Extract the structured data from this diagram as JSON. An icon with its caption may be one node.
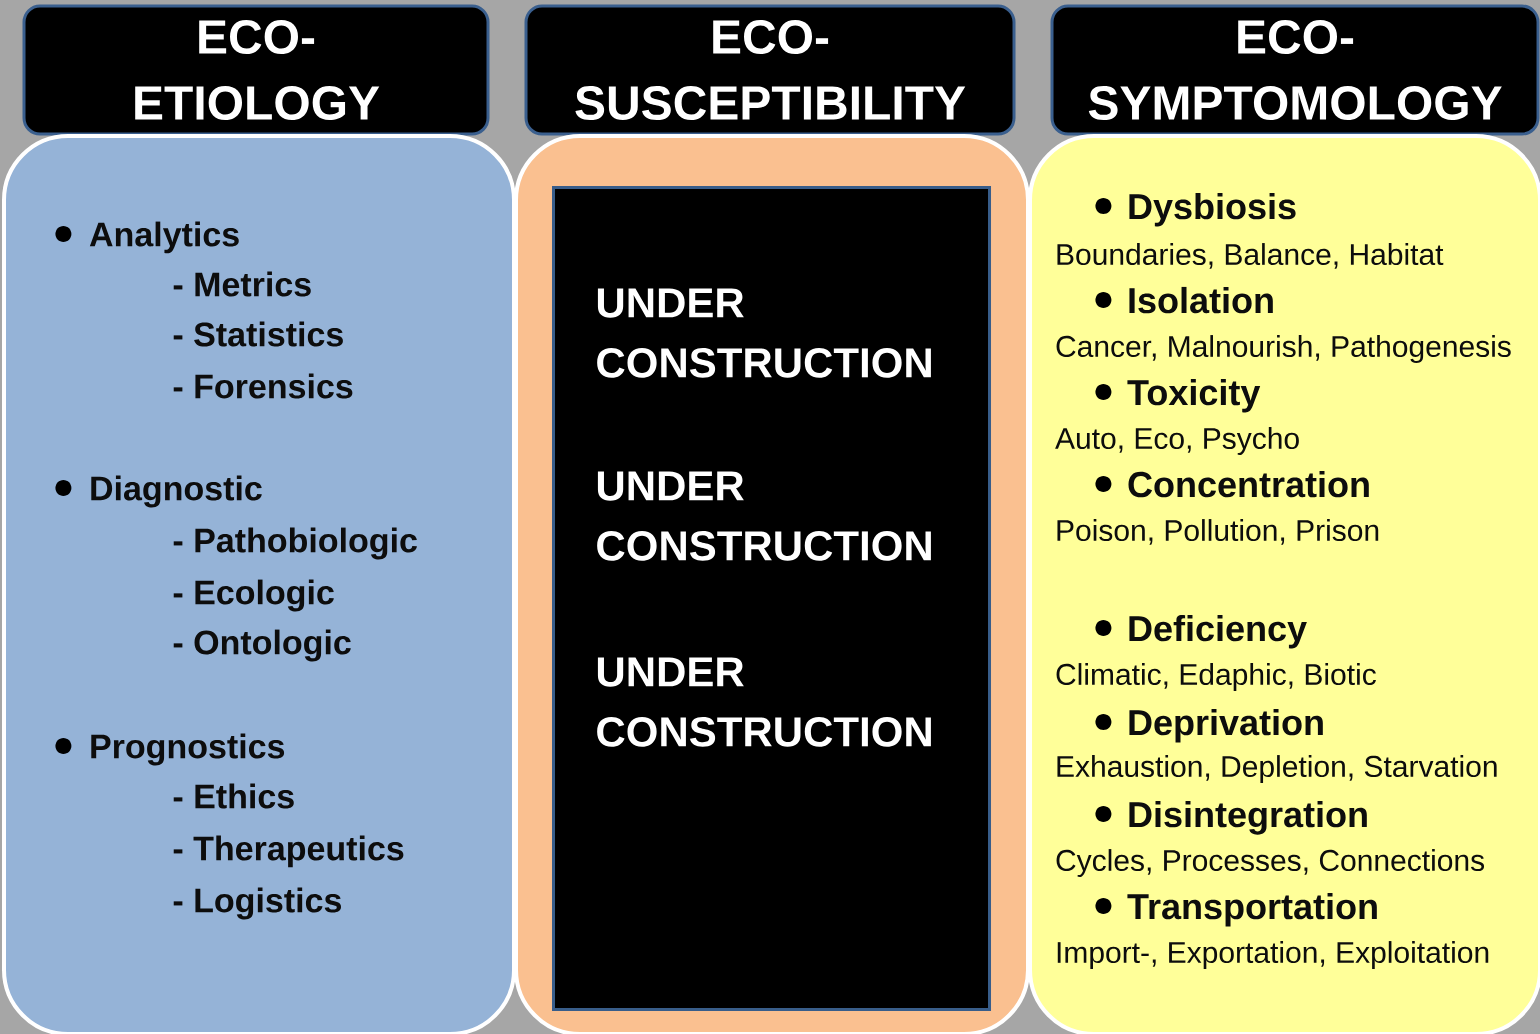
{
  "diagram": {
    "nodes": [
      {
        "text": [
          "ECO- ETIOLOGY"
        ]
      },
      {
        "text": [
          "ECO- SUSCEPTIBILITY"
        ]
      },
      {
        "text": [
          "ECO- SYMPTOMOLOGY"
        ]
      },
      {
        "text": [
          "Analytics",
          "- Metrics",
          "- Statistics",
          "- Forensics",
          "Diagnostic",
          "- Pathobiologic",
          "- Ecologic",
          "- Ontologic",
          "Prognostics",
          "- Ethics",
          "- Therapeutics",
          "- Logistics"
        ]
      },
      {
        "text": [],
        "shape": "box"
      },
      {
        "text": [
          "UNDER CONSTRUCTION",
          "UNDER CONSTRUCTION",
          "UNDER CONSTRUCTION"
        ],
        "in": 4
      },
      {
        "text": [
          "Dysbiosis",
          "Boundaries, Balance, Habitat",
          "Isolation",
          "Cancer, Malnourish, Pathogenesis",
          "Toxicity",
          "Auto, Eco, Psycho",
          "Concentration",
          "Poison, Pollution, Prison",
          "Deficiency",
          "Climatic, Edaphic, Biotic",
          "Deprivation",
          "Exhaustion, Depletion, Starvation",
          "Disintegration",
          "Cycles, Processes, Connections",
          "Transportation",
          "Import-, Exportation, Exploitation"
        ]
      }
    ]
  }
}
